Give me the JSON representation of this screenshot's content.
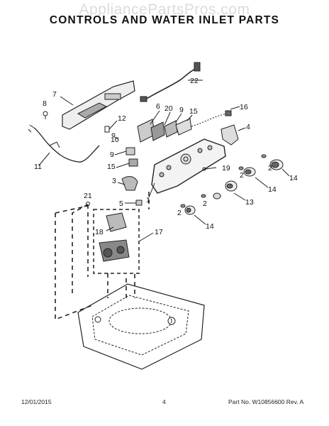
{
  "watermark": "AppliancePartsPros.com",
  "title": "CONTROLS AND WATER INLET PARTS",
  "callouts": {
    "c22": "22",
    "c7": "7",
    "c8": "8",
    "c6": "6",
    "c20": "20",
    "c9a": "9",
    "c15a": "15",
    "c16": "16",
    "c12": "12",
    "c4": "4",
    "c10": "10",
    "c11": "11",
    "c9b": "9",
    "c15b": "15",
    "c19": "19",
    "c2a": "2",
    "c2b": "2",
    "c2c": "2",
    "c2d": "2",
    "c14a": "14",
    "c14b": "14",
    "c14c": "14",
    "c3": "3",
    "c1": "1",
    "c21": "21",
    "c5": "5",
    "c13": "13",
    "c18": "18",
    "c17": "17"
  },
  "footer": {
    "date": "12/01/2015",
    "page": "4",
    "part": "Part No. W10856600  Rev. A"
  }
}
